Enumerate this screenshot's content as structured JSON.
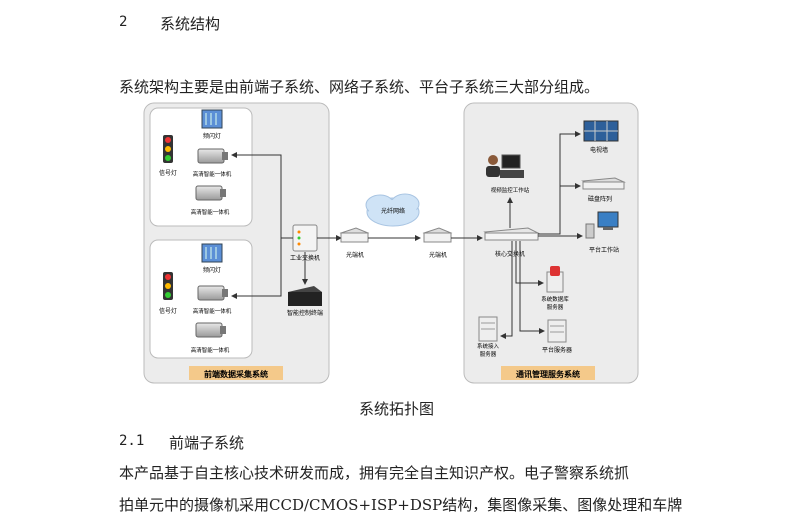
{
  "section": {
    "number": "2",
    "title": "系统结构"
  },
  "intro": "系统架构主要是由前端子系统、网络子系统、平台子系统三大部分组成。",
  "diagram": {
    "caption": "系统拓扑图",
    "left_panel_title": "前端数据采集系统",
    "right_panel_title": "通讯管理服务系统",
    "labels": {
      "flash_1": "频闪灯",
      "flash_2": "频闪灯",
      "signal_1": "信号灯",
      "signal_2": "信号灯",
      "cam_1a": "高清智能一体机",
      "cam_1b": "高清智能一体机",
      "cam_2a": "高清智能一体机",
      "cam_2b": "高清智能一体机",
      "industrial_switch": "工业交换机",
      "smart_controller": "智能控制终端",
      "optical_1": "光端机",
      "optical_2": "光端机",
      "fiber_network": "光纤网络",
      "core_switch": "核心交换机",
      "video_workstation": "视频监控工作站",
      "tv_wall": "电视墙",
      "disk_array": "磁盘阵列",
      "platform_workstation": "平台工作站",
      "db_server": "系统数据库\n服务器",
      "access_server": "系统接入\n服务器",
      "platform_server": "平台服务器"
    }
  },
  "subsection": {
    "number": "2.1",
    "title": "前端子系统"
  },
  "body_lines": [
    "本产品基于自主核心技术研发而成，拥有完全自主知识产权。电子警察系统抓",
    "拍单元中的摄像机采用CCD/CMOS+ISP+DSP结构，集图像采集、图像处理和车牌"
  ]
}
